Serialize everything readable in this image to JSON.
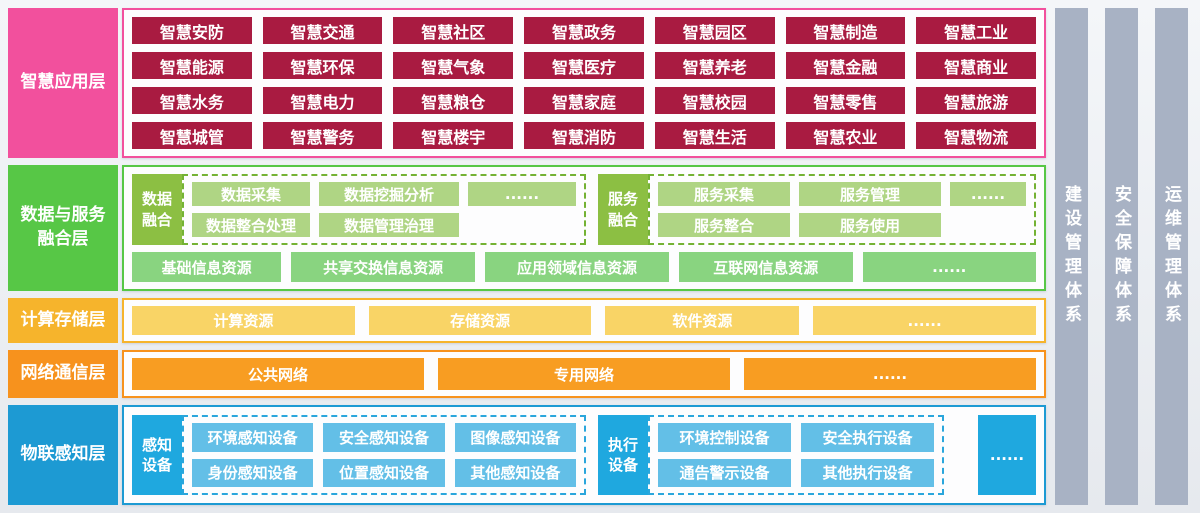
{
  "app_layer": {
    "label": "智慧应用层",
    "items": [
      "智慧安防",
      "智慧交通",
      "智慧社区",
      "智慧政务",
      "智慧园区",
      "智慧制造",
      "智慧工业",
      "智慧能源",
      "智慧环保",
      "智慧气象",
      "智慧医疗",
      "智慧养老",
      "智慧金融",
      "智慧商业",
      "智慧水务",
      "智慧电力",
      "智慧粮仓",
      "智慧家庭",
      "智慧校园",
      "智慧零售",
      "智慧旅游",
      "智慧城管",
      "智慧警务",
      "智慧楼宇",
      "智慧消防",
      "智慧生活",
      "智慧农业",
      "智慧物流"
    ]
  },
  "data_layer": {
    "label": "数据与服务\n融合层",
    "data_group": {
      "label": "数据\n融合",
      "row1": [
        "数据采集",
        "数据挖掘分析",
        "......"
      ],
      "row2": [
        "数据整合处理",
        "数据管理治理"
      ]
    },
    "service_group": {
      "label": "服务\n融合",
      "row1": [
        "服务采集",
        "服务管理",
        "......"
      ],
      "row2": [
        "服务整合",
        "服务使用"
      ]
    },
    "resources": [
      "基础信息资源",
      "共享交换信息资源",
      "应用领域信息资源",
      "互联网信息资源",
      "......"
    ]
  },
  "compute_layer": {
    "label": "计算存储层",
    "items": [
      "计算资源",
      "存储资源",
      "软件资源",
      "......"
    ]
  },
  "network_layer": {
    "label": "网络通信层",
    "items": [
      "公共网络",
      "专用网络",
      "......"
    ]
  },
  "iot_layer": {
    "label": "物联感知层",
    "sense_group": {
      "label": "感知\n设备",
      "row1": [
        "环境感知设备",
        "安全感知设备",
        "图像感知设备"
      ],
      "row2": [
        "身份感知设备",
        "位置感知设备",
        "其他感知设备"
      ]
    },
    "exec_group": {
      "label": "执行\n设备",
      "row1": [
        "环境控制设备",
        "安全执行设备"
      ],
      "row2": [
        "通告警示设备",
        "其他执行设备"
      ]
    },
    "more": "......"
  },
  "pillars": [
    "建设管理体系",
    "安全保障体系",
    "运维管理体系"
  ],
  "colors": {
    "app_accent": "#f2509d",
    "app_box": "#a91b41",
    "data_accent": "#57c746",
    "fusion_box": "#8cbf43",
    "chip": "#afd584",
    "resource_chip": "#89d480",
    "compute_accent": "#f6b42c",
    "compute_chip": "#f9d466",
    "network_accent": "#f7921d",
    "network_chip": "#f89d22",
    "iot_accent": "#1d9ad3",
    "iot_dark": "#1fa8df",
    "iot_chip": "#63bfe7",
    "pillar": "#a8b2c4",
    "background": "#eceff3"
  }
}
